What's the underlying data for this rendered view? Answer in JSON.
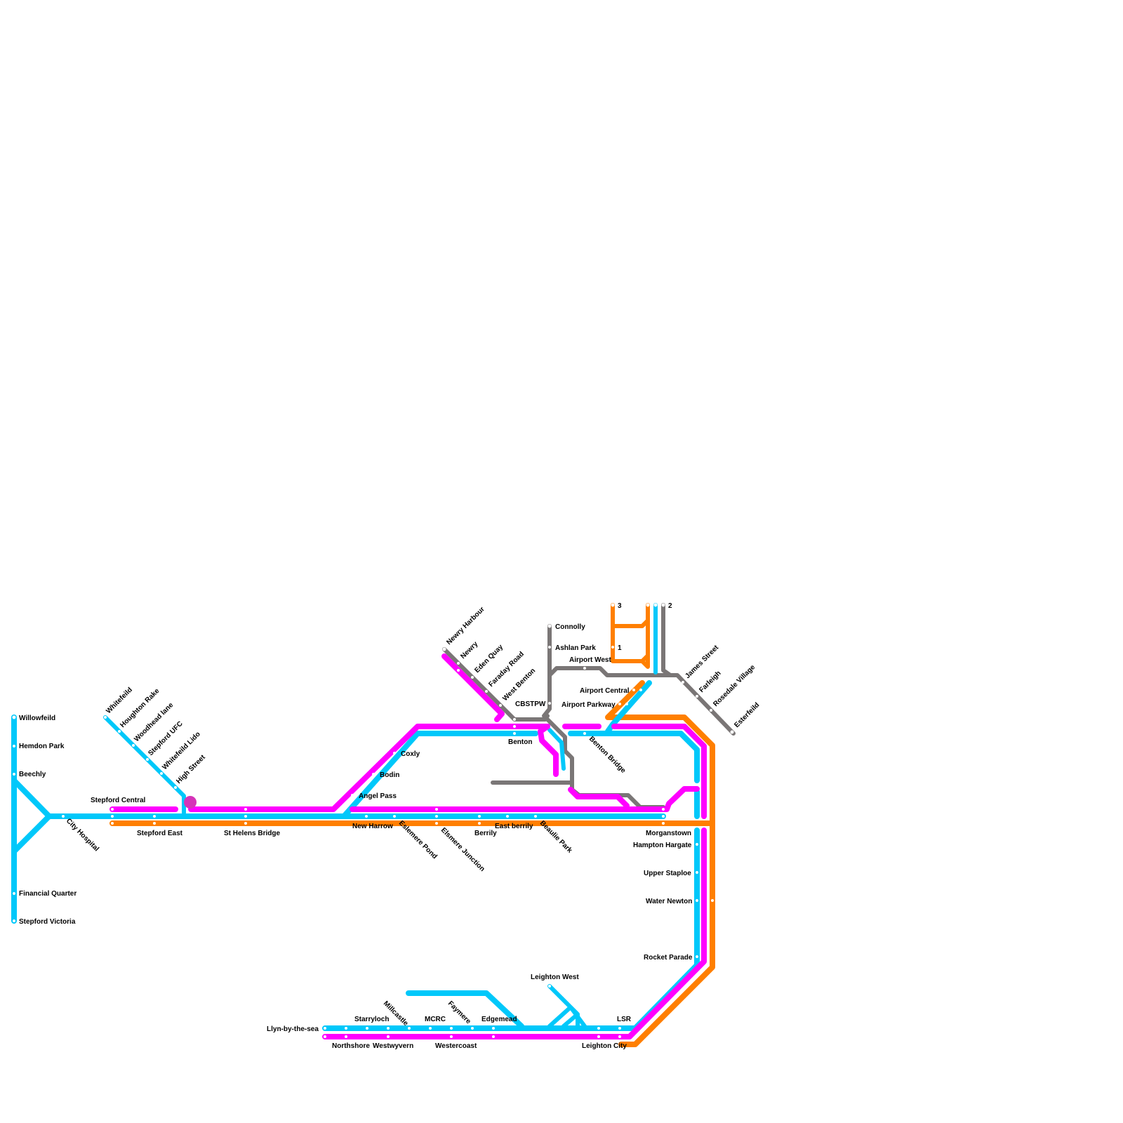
{
  "colors": {
    "cyan": "#00c8fa",
    "magenta": "#ff00ff",
    "orange": "#ff7f00",
    "grey": "#7a7676",
    "interchange": "#d534b8"
  },
  "stations": {
    "willowfeild": "Willowfeild",
    "hemdon_park": "Hemdon Park",
    "beechly": "Beechly",
    "city_hospital": "City Hospital",
    "financial_quarter": "Financial Quarter",
    "stepford_victoria": "Stepford Victoria",
    "whitefeild": "Whitefeild",
    "houghton_rake": "Houghton Rake",
    "woodhead_lane": "Woodhead lane",
    "stepford_ufc": "Stepford UFC",
    "whitefeild_lido": "Whitefeild Lido",
    "high_street": "High Street",
    "stepford_central": "Stepford Central",
    "stepford_east": "Stepford East",
    "st_helens_bridge": "St Helens Bridge",
    "new_harrow": "New Harrow",
    "eslemere_pond": "Eslemere Pond",
    "elsmere_junction": "Elsmere Junction",
    "berrily": "Berrily",
    "east_berrily": "East berrily",
    "beaulie_park": "Beaulie Park",
    "morganstown": "Morganstown",
    "angel_pass": "Angel Pass",
    "bodin": "Bodin",
    "coxly": "Coxly",
    "benton": "Benton",
    "benton_bridge": "Benton Bridge",
    "newry_harbour": "Newry Harbour",
    "newry": "Newry",
    "eden_quay": "Eden Quay",
    "faraday_road": "Faraday Road",
    "west_benton": "West Benton",
    "cbstpw": "CBSTPW",
    "connolly": "Connolly",
    "ashlan_park": "Ashlan Park",
    "airport_west": "Airport West",
    "airport_central": "Airport Central",
    "airport_parkway": "Airport Parkway",
    "terminal_3": "3",
    "terminal_1": "1",
    "terminal_2": "2",
    "james_street": "James Street",
    "farleigh": "Farleigh",
    "rosedale_village": "Rosedale Village",
    "esterfeild": "Esterfeild",
    "hampton_hargate": "Hampton Hargate",
    "upper_staploe": "Upper Staploe",
    "water_newton": "Water Newton",
    "rocket_parade": "Rocket Parade",
    "llyn_by_the_sea": "Llyn-by-the-sea",
    "starryloch": "Starryloch",
    "millcastle": "Millcastle",
    "mcrc": "MCRC",
    "faymere": "Faymere",
    "edgemead": "Edgemead",
    "leighton_west": "Leighton West",
    "lsr": "LSR",
    "northshore": "Northshore",
    "westwyvern": "Westwyvern",
    "westercoast": "Westercoast",
    "leighton_city": "Leighton City"
  }
}
